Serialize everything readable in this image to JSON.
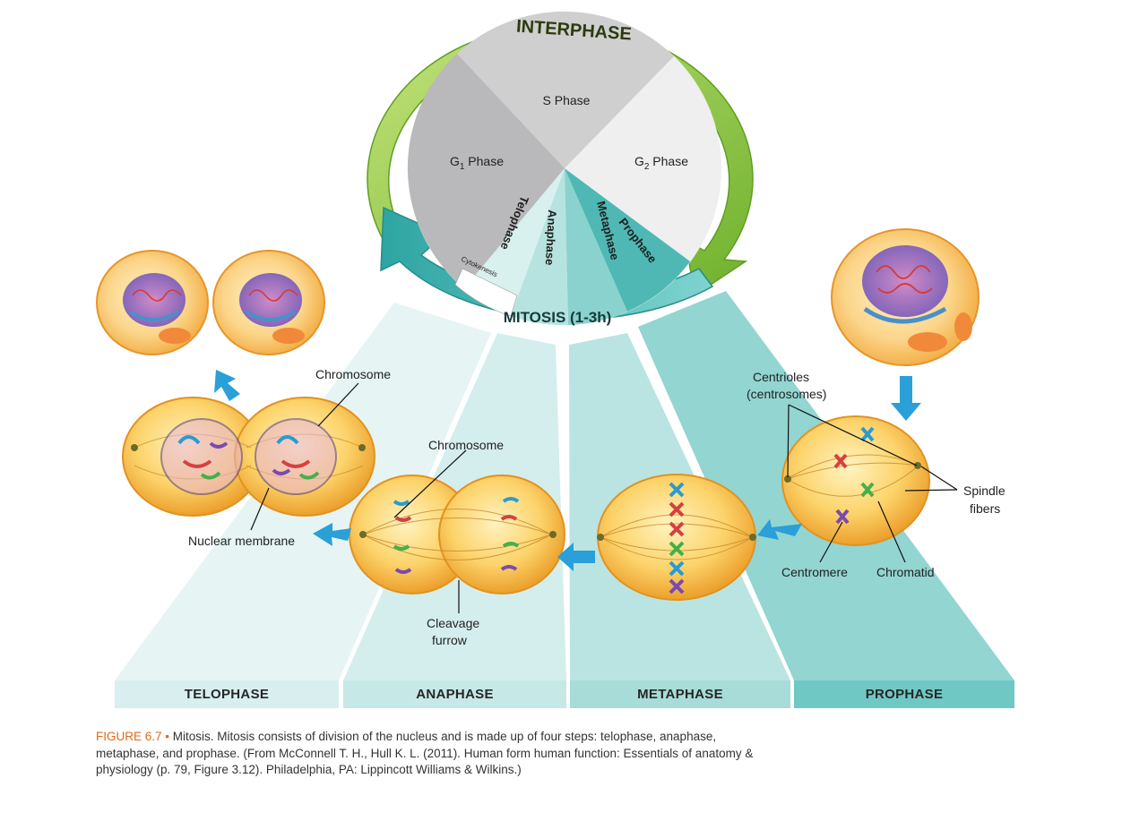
{
  "cycle": {
    "interphase_label": "INTERPHASE",
    "mitosis_label": "MITOSIS (1-3h)",
    "s_phase": "S Phase",
    "g1_main": "G",
    "g1_sub": "1",
    "g1_rest": " Phase",
    "g2_main": "G",
    "g2_sub": "2",
    "g2_rest": " Phase",
    "wedges": [
      "Prophase",
      "Metaphase",
      "Anaphase",
      "Telophase",
      "Cytokenesis"
    ]
  },
  "labels": {
    "telophase_chromosome": "Chromosome",
    "nuclear_membrane": "Nuclear membrane",
    "anaphase_chromosome": "Chromosome",
    "cleavage_1": "Cleavage",
    "cleavage_2": "furrow",
    "centrioles_1": "Centrioles",
    "centrioles_2": "(centrosomes)",
    "spindle_1": "Spindle",
    "spindle_2": "fibers",
    "centromere": "Centromere",
    "chromatid": "Chromatid"
  },
  "stages": [
    {
      "name": "TELOPHASE",
      "color": "#d9efef"
    },
    {
      "name": "ANAPHASE",
      "color": "#c6e8e6"
    },
    {
      "name": "METAPHASE",
      "color": "#a8dcd8"
    },
    {
      "name": "PROPHASE",
      "color": "#6fc8c3"
    }
  ],
  "caption": {
    "figure": "FIGURE 6.7",
    "bullet": " • ",
    "text": "Mitosis. Mitosis consists of division of the nucleus and is made up of four steps: telophase, anaphase, metaphase, and prophase. (From McConnell T. H.,  Hull K. L. (2011). Human form human function: Essentials of anatomy & physiology (p. 79, Figure 3.12). Philadelphia, PA: Lippincott Williams & Wilkins.)"
  },
  "colors": {
    "interphase_arrow": "#8cc63f",
    "mitosis_arrow": "#3fb3b0",
    "flow_arrow": "#2a9fd8",
    "cell_fill": "#f6b63a"
  }
}
